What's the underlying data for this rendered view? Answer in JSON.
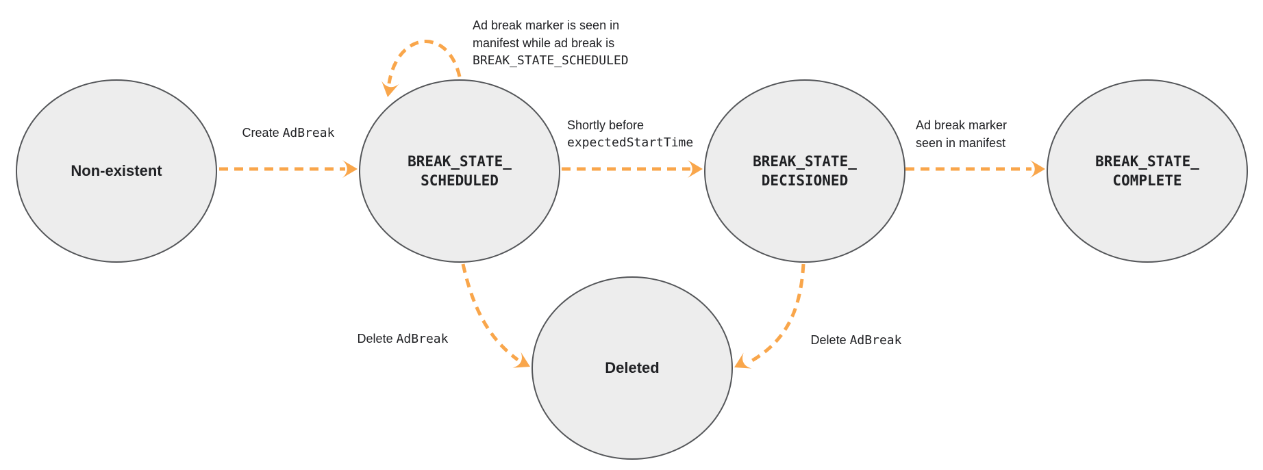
{
  "diagram": {
    "type": "state-machine",
    "colors": {
      "accent": "#F9A64B",
      "node_fill": "#EDEDED",
      "node_border": "#545659",
      "text": "#202124"
    },
    "states": [
      {
        "id": "non-existent",
        "label": "Non-existent"
      },
      {
        "id": "break-state-scheduled",
        "line1": "BREAK_STATE_",
        "line2": "SCHEDULED"
      },
      {
        "id": "break-state-decisioned",
        "line1": "BREAK_STATE_",
        "line2": "DECISIONED"
      },
      {
        "id": "break-state-complete",
        "line1": "BREAK_STATE_",
        "line2": "COMPLETE"
      },
      {
        "id": "deleted",
        "label": "Deleted"
      }
    ],
    "edges": {
      "create": {
        "plain": "Create ",
        "code": "AdBreak"
      },
      "self_loop": {
        "line1": "Ad break marker is seen in",
        "line2": "manifest while ad break is",
        "code_line": "BREAK_STATE_SCHEDULED"
      },
      "shortly": {
        "plain": "Shortly before",
        "code": "expectedStartTime"
      },
      "marker_seen": {
        "line1": "Ad break marker",
        "line2": "seen in manifest"
      },
      "delete_left": {
        "plain": "Delete ",
        "code": "AdBreak"
      },
      "delete_right": {
        "plain": "Delete ",
        "code": "AdBreak"
      }
    }
  }
}
